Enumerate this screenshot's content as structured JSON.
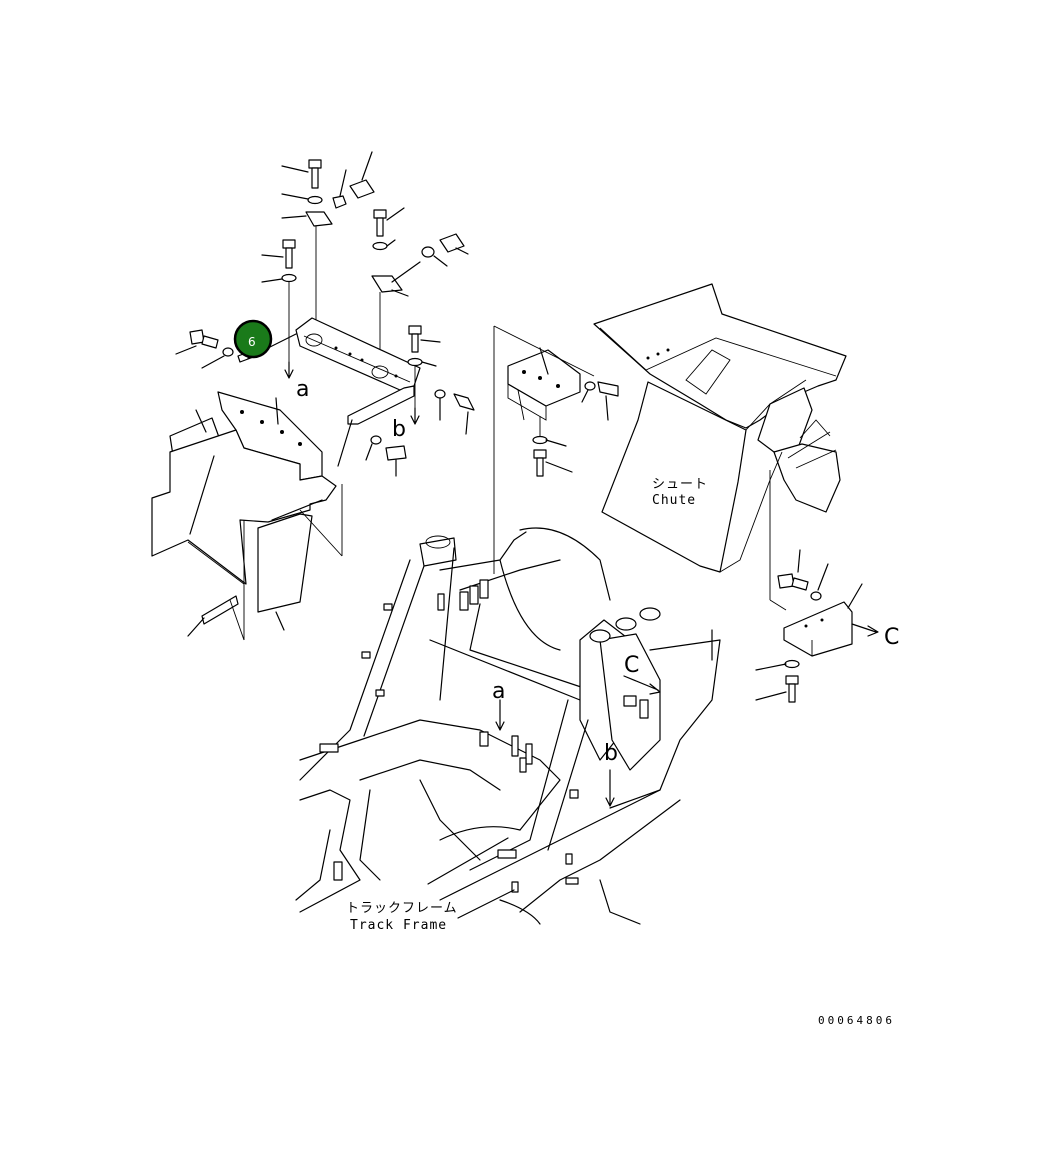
{
  "labels": {
    "ref_a_top": "a",
    "ref_b_top": "b",
    "ref_a_frame": "a",
    "ref_b_frame": "b",
    "ref_c_frame": "C",
    "ref_c_right": "C",
    "chute_jp": "シュート",
    "chute_en": "Chute",
    "frame_jp": "トラックフレーム",
    "frame_en": "Track Frame",
    "drawing_id": "00064806"
  },
  "callout": {
    "number": "6",
    "color": "#1a7a1a"
  }
}
